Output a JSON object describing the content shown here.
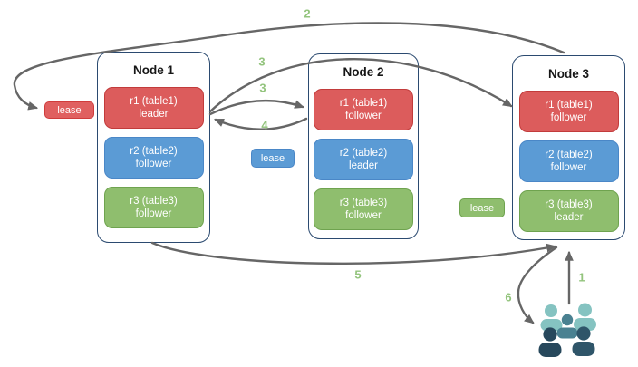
{
  "nodes": [
    {
      "title": "Node 1",
      "replicas": [
        {
          "range": "r1 (table1)",
          "role": "leader",
          "color": "red"
        },
        {
          "range": "r2 (table2)",
          "role": "follower",
          "color": "blue"
        },
        {
          "range": "r3 (table3)",
          "role": "follower",
          "color": "green"
        }
      ]
    },
    {
      "title": "Node 2",
      "replicas": [
        {
          "range": "r1 (table1)",
          "role": "follower",
          "color": "red"
        },
        {
          "range": "r2 (table2)",
          "role": "leader",
          "color": "blue"
        },
        {
          "range": "r3 (table3)",
          "role": "follower",
          "color": "green"
        }
      ]
    },
    {
      "title": "Node 3",
      "replicas": [
        {
          "range": "r1 (table1)",
          "role": "follower",
          "color": "red"
        },
        {
          "range": "r2 (table2)",
          "role": "follower",
          "color": "blue"
        },
        {
          "range": "r3 (table3)",
          "role": "leader",
          "color": "green"
        }
      ]
    }
  ],
  "leases": [
    {
      "label": "lease",
      "color": "red"
    },
    {
      "label": "lease",
      "color": "blue"
    },
    {
      "label": "lease",
      "color": "green"
    }
  ],
  "steps": {
    "s1": "1",
    "s2": "2",
    "s3a": "3",
    "s3b": "3",
    "s4": "4",
    "s5": "5",
    "s6": "6"
  },
  "icons": {
    "users_group": "users-group-icon"
  },
  "colors": {
    "red": "#dc5c5c",
    "red_border": "#c23b3b",
    "blue": "#5b9bd5",
    "blue_border": "#4a87c7",
    "green": "#8fbe6e",
    "green_border": "#6fa34f",
    "lease_red": "#e06060",
    "lease_red_border": "#d03c3c",
    "node_border": "#2b4a70",
    "arrow": "#666666",
    "step_label": "#93c47d",
    "users_light": "#85c3c1",
    "users_mid": "#4a8191",
    "users_dark1": "#27485c",
    "users_dark2": "#2f5569"
  }
}
